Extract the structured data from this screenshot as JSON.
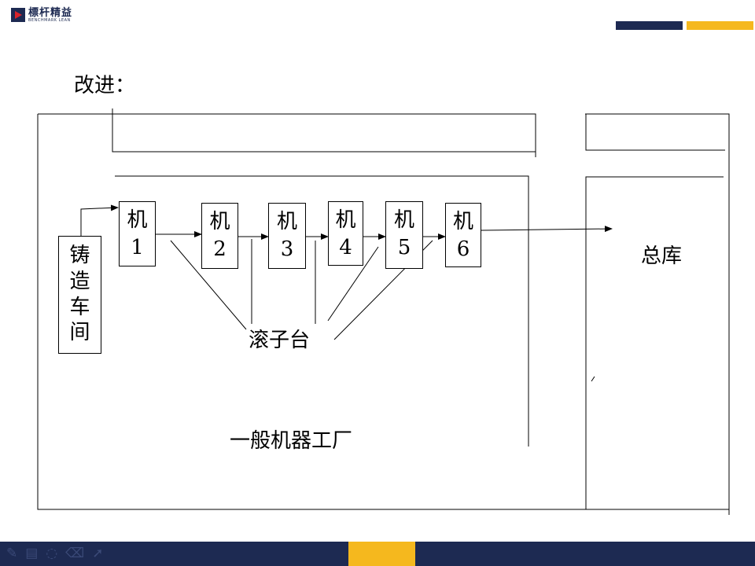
{
  "logo": {
    "cn": "標杆精益",
    "en": "BENCHMARK LEAN"
  },
  "title": "改进：",
  "machines": [
    {
      "top": "机",
      "num": "1"
    },
    {
      "top": "机",
      "num": "2"
    },
    {
      "top": "机",
      "num": "3"
    },
    {
      "top": "机",
      "num": "4"
    },
    {
      "top": "机",
      "num": "5"
    },
    {
      "top": "机",
      "num": "6"
    }
  ],
  "foundry": [
    "铸",
    "造",
    "车",
    "间"
  ],
  "labels": {
    "roller": "滚子台",
    "warehouse": "总库",
    "factory": "一般机器工厂"
  },
  "colors": {
    "navy": "#1d2a52",
    "yellow": "#f5b81e"
  },
  "toolbar_icons": [
    "pen-icon",
    "slides-icon",
    "comment-icon",
    "eraser-icon",
    "pointer-icon"
  ]
}
